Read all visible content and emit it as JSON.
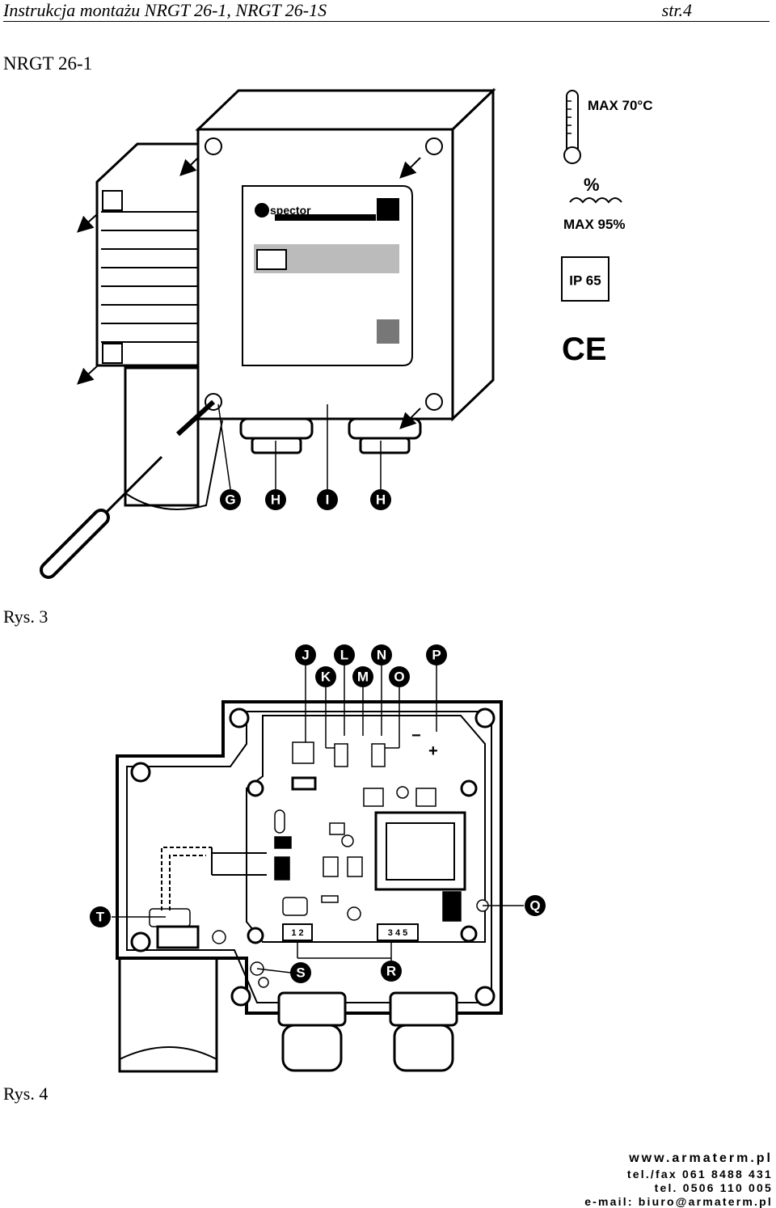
{
  "header": {
    "title": "Instrukcja montażu NRGT 26-1, NRGT 26-1S",
    "page": "str.4"
  },
  "model_heading": "NRGT 26-1",
  "figure3": {
    "caption": "Rys. 3",
    "callouts": [
      "G",
      "H",
      "I",
      "H"
    ],
    "env": {
      "temp": "MAX 70°C",
      "humidity_symbol": "%",
      "humidity": "MAX 95%",
      "ip": "IP 65",
      "ce": "CE"
    },
    "brand": "spector"
  },
  "figure4": {
    "caption": "Rys. 4",
    "callouts_top": [
      "J",
      "L",
      "N",
      "P"
    ],
    "callouts_second": [
      "K",
      "M",
      "O"
    ],
    "callouts_side": [
      "T",
      "Q",
      "S",
      "R"
    ],
    "terminal_12": "1 2",
    "terminal_345": "3 4 5",
    "polarity_minus": "−",
    "polarity_plus": "+"
  },
  "footer": {
    "web": "www.armaterm.pl",
    "fax": "tel./fax 061 8488 431",
    "tel": "tel. 0506 110 005",
    "email": "e-mail: biuro@armaterm.pl"
  }
}
